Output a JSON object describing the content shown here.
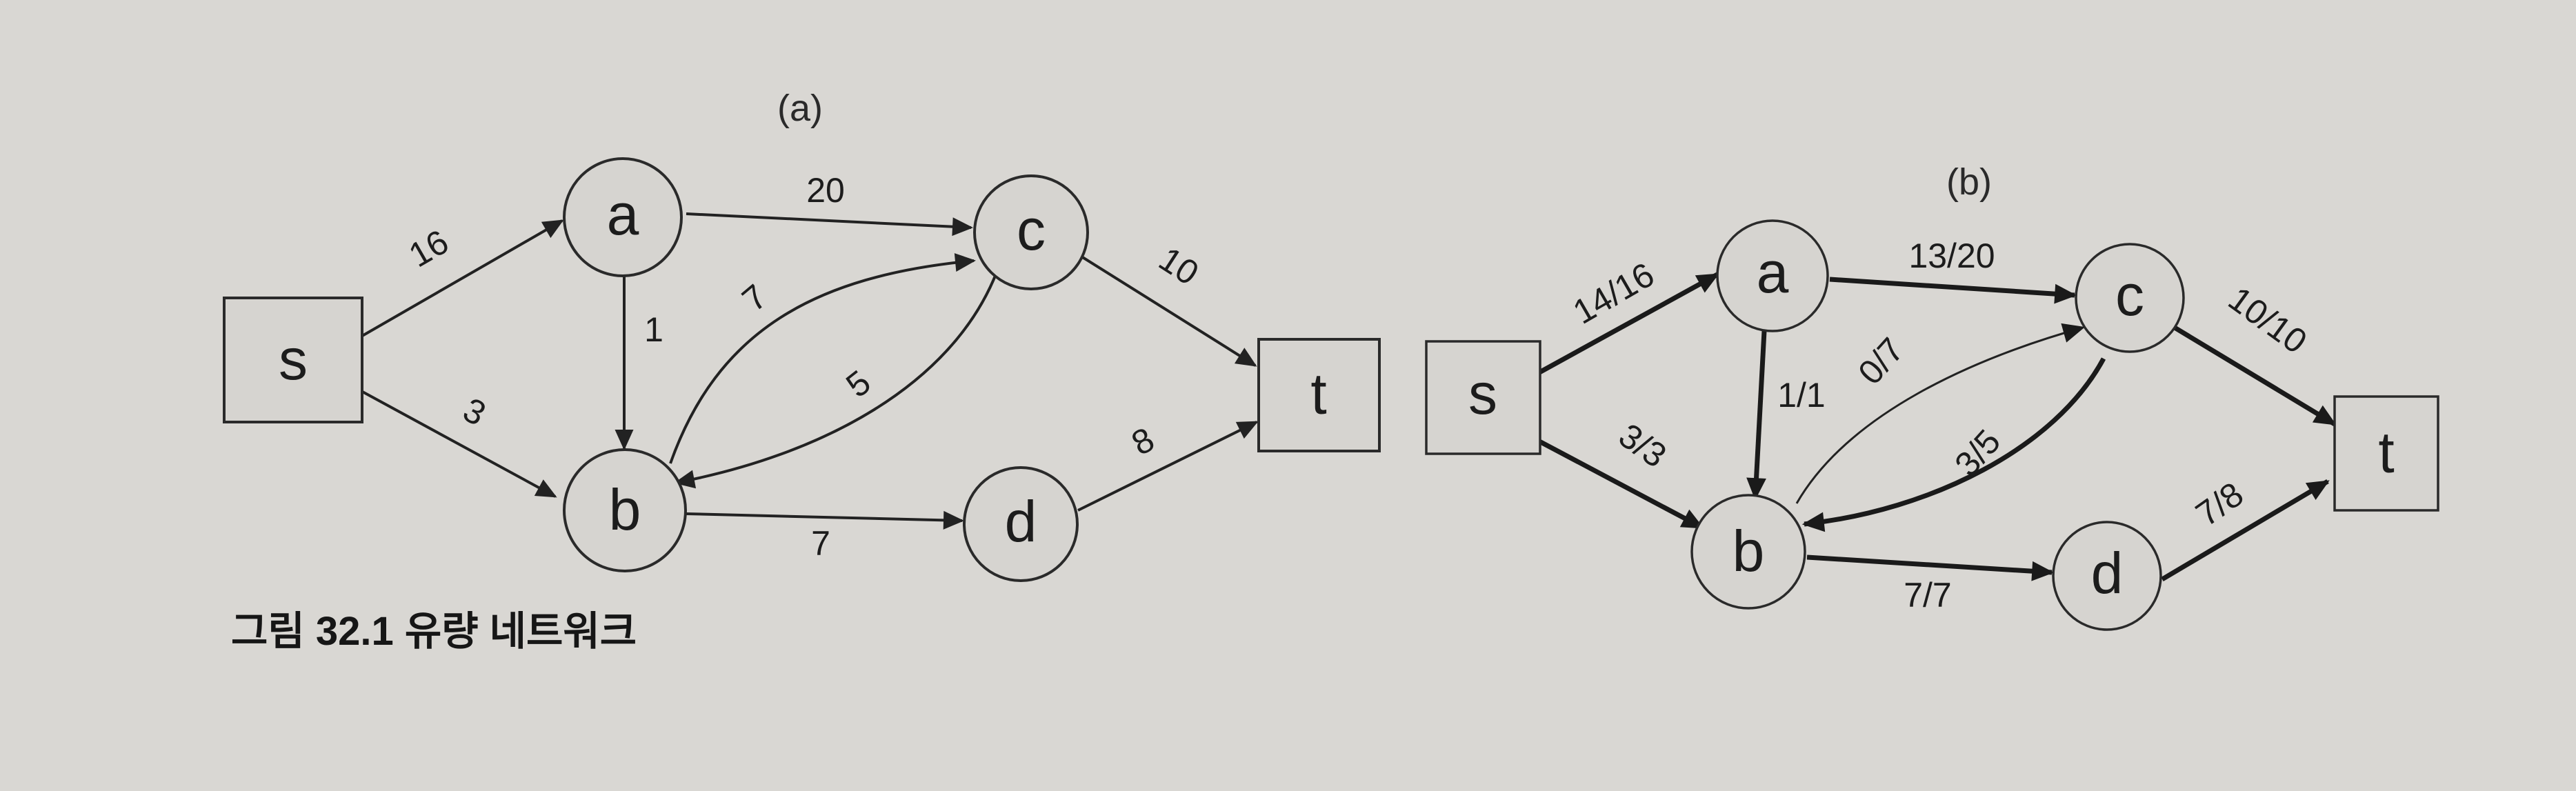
{
  "caption": "그림 32.1 유량 네트워크",
  "panels": {
    "a": {
      "label": "(a)",
      "nodes": {
        "s": "s",
        "a": "a",
        "b": "b",
        "c": "c",
        "d": "d",
        "t": "t"
      },
      "edges": [
        {
          "from": "s",
          "to": "a",
          "label": "16"
        },
        {
          "from": "s",
          "to": "b",
          "label": "3"
        },
        {
          "from": "a",
          "to": "c",
          "label": "20"
        },
        {
          "from": "a",
          "to": "b",
          "label": "1"
        },
        {
          "from": "b",
          "to": "c",
          "label": "7"
        },
        {
          "from": "c",
          "to": "b",
          "label": "5"
        },
        {
          "from": "b",
          "to": "d",
          "label": "7"
        },
        {
          "from": "c",
          "to": "t",
          "label": "10"
        },
        {
          "from": "d",
          "to": "t",
          "label": "8"
        }
      ]
    },
    "b": {
      "label": "(b)",
      "nodes": {
        "s": "s",
        "a": "a",
        "b": "b",
        "c": "c",
        "d": "d",
        "t": "t"
      },
      "edges": [
        {
          "from": "s",
          "to": "a",
          "label": "14/16"
        },
        {
          "from": "s",
          "to": "b",
          "label": "3/3"
        },
        {
          "from": "a",
          "to": "c",
          "label": "13/20"
        },
        {
          "from": "a",
          "to": "b",
          "label": "1/1"
        },
        {
          "from": "b",
          "to": "c",
          "label": "0/7"
        },
        {
          "from": "c",
          "to": "b",
          "label": "3/5"
        },
        {
          "from": "b",
          "to": "d",
          "label": "7/7"
        },
        {
          "from": "c",
          "to": "t",
          "label": "10/10"
        },
        {
          "from": "d",
          "to": "t",
          "label": "7/8"
        }
      ]
    }
  }
}
